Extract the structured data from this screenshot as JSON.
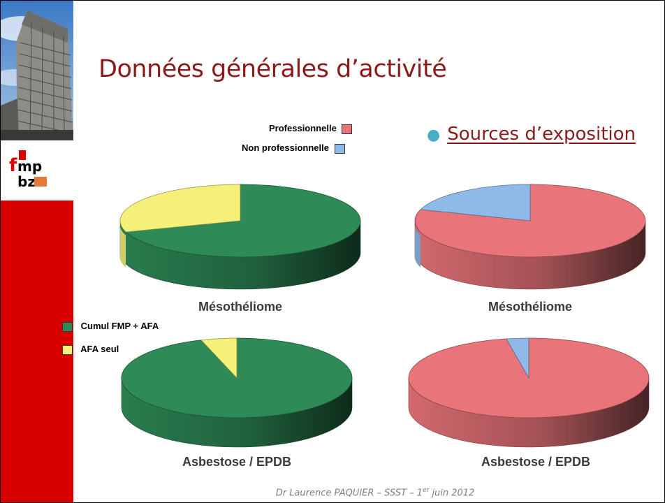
{
  "slide": {
    "title": "Données générales d’activité",
    "bullet": "Sources d’exposition",
    "footer": {
      "main": "Dr Laurence PAQUIER – SSST – 1",
      "sup": "er",
      "tail": " juin 2012"
    },
    "logo": {
      "top": "fmp",
      "bottom": "bz"
    }
  },
  "legends": {
    "exposure": [
      {
        "label": "Professionnelle",
        "color": "#e9757a"
      },
      {
        "label": "Non professionnelle",
        "color": "#8fb9e8"
      }
    ],
    "source": [
      {
        "label": "Cumul FMP + AFA",
        "color": "#2e8b57"
      },
      {
        "label": "AFA seul",
        "color": "#f5f07a"
      }
    ]
  },
  "colors": {
    "professional": "#e9757a",
    "non_professional": "#8fb9e8",
    "cumul": "#2e8b57",
    "afa_seul": "#f5f07a",
    "title": "#8c1a1a",
    "sidebar": "#d90000"
  },
  "chart_data": [
    {
      "type": "pie",
      "title": "Mésothéliome",
      "series": [
        {
          "values": [
            {
              "label": "Cumul FMP + AFA",
              "value": 70
            },
            {
              "label": "AFA seul",
              "value": 30
            }
          ]
        }
      ]
    },
    {
      "type": "pie",
      "title": "Mésothéliome",
      "series": [
        {
          "values": [
            {
              "label": "Professionnelle",
              "value": 80
            },
            {
              "label": "Non professionnelle",
              "value": 20
            }
          ]
        }
      ]
    },
    {
      "type": "pie",
      "title": "Asbestose / EPDB",
      "series": [
        {
          "values": [
            {
              "label": "Cumul FMP + AFA",
              "value": 95
            },
            {
              "label": "AFA seul",
              "value": 5
            }
          ]
        }
      ]
    },
    {
      "type": "pie",
      "title": "Asbestose / EPDB",
      "series": [
        {
          "values": [
            {
              "label": "Professionnelle",
              "value": 97
            },
            {
              "label": "Non professionnelle",
              "value": 3
            }
          ]
        }
      ]
    }
  ]
}
